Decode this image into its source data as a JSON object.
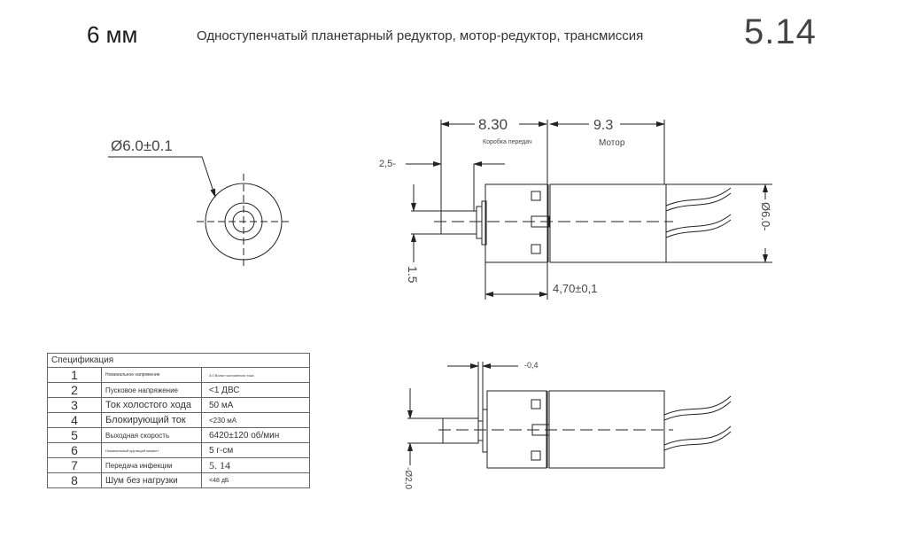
{
  "header": {
    "size": "6 мм",
    "description": "Одноступенчатый планетарный редуктор, мотор-редуктор, трансмиссия",
    "ratio": "5.14"
  },
  "front_view": {
    "diameter_label": "Ø6.0±0.1"
  },
  "side_view": {
    "gearbox_length": "8.30",
    "gearbox_label": "Коробка передач",
    "motor_length": "9.3",
    "motor_label": "Мотор",
    "shaft_length": "2,5-",
    "shaft_height": "1.5",
    "body_diameter": "Ø6.0-",
    "gearbox_body_length": "4,70±0,1"
  },
  "bottom_view": {
    "flange_offset": "-0,4",
    "shaft_diameter": "-Ø2,0"
  },
  "spec_table": {
    "title": "Спецификация",
    "rows": [
      {
        "num": "1",
        "label": "Номинальное напряжение",
        "value": "3.0 Вольт постоянного тока"
      },
      {
        "num": "2",
        "label": "Пусковое напряжение",
        "value": "<1 ДВС"
      },
      {
        "num": "3",
        "label": "Ток холостого хода",
        "value": "50 мА"
      },
      {
        "num": "4",
        "label": "Блокирующий ток",
        "value": "<230 мА"
      },
      {
        "num": "5",
        "label": "Выходная скорость",
        "value": "6420±120 об/мин"
      },
      {
        "num": "6",
        "label": "Номинальный крутящий момент",
        "value": "5 г-см"
      },
      {
        "num": "7",
        "label": "Передача инфекции",
        "value": "5. 14"
      },
      {
        "num": "8",
        "label": "Шум без нагрузки",
        "value": "<48 дБ"
      }
    ]
  }
}
